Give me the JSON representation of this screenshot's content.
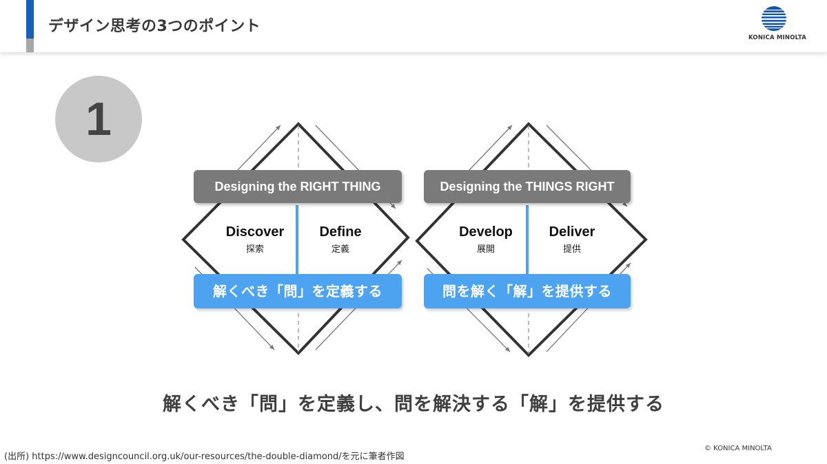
{
  "header": {
    "title": "デザイン思考の3つのポイント",
    "logo_text": "KONICA MINOLTA"
  },
  "step": {
    "number": "1"
  },
  "diamonds": [
    {
      "banner": "Designing the RIGHT THING",
      "left_phase": {
        "en": "Discover",
        "jp": "探索"
      },
      "right_phase": {
        "en": "Define",
        "jp": "定義"
      },
      "action": "解くべき「問」を定義する"
    },
    {
      "banner": "Designing the THINGS RIGHT",
      "left_phase": {
        "en": "Develop",
        "jp": "展開"
      },
      "right_phase": {
        "en": "Deliver",
        "jp": "提供"
      },
      "action": "問を解く「解」を提供する"
    }
  ],
  "summary": "解くべき「問」を定義し、問を解決する「解」を提供する",
  "footer": {
    "source": "(出所) https://www.designcouncil.org.uk/our-resources/the-double-diamond/を元に筆者作図",
    "copyright": "© KONICA MINOLTA"
  },
  "colors": {
    "accent_blue": "#1a5fb4",
    "banner_gray": "#7a7a7a",
    "banner_blue": "#4ea3f1",
    "diamond_stroke": "#333333"
  }
}
